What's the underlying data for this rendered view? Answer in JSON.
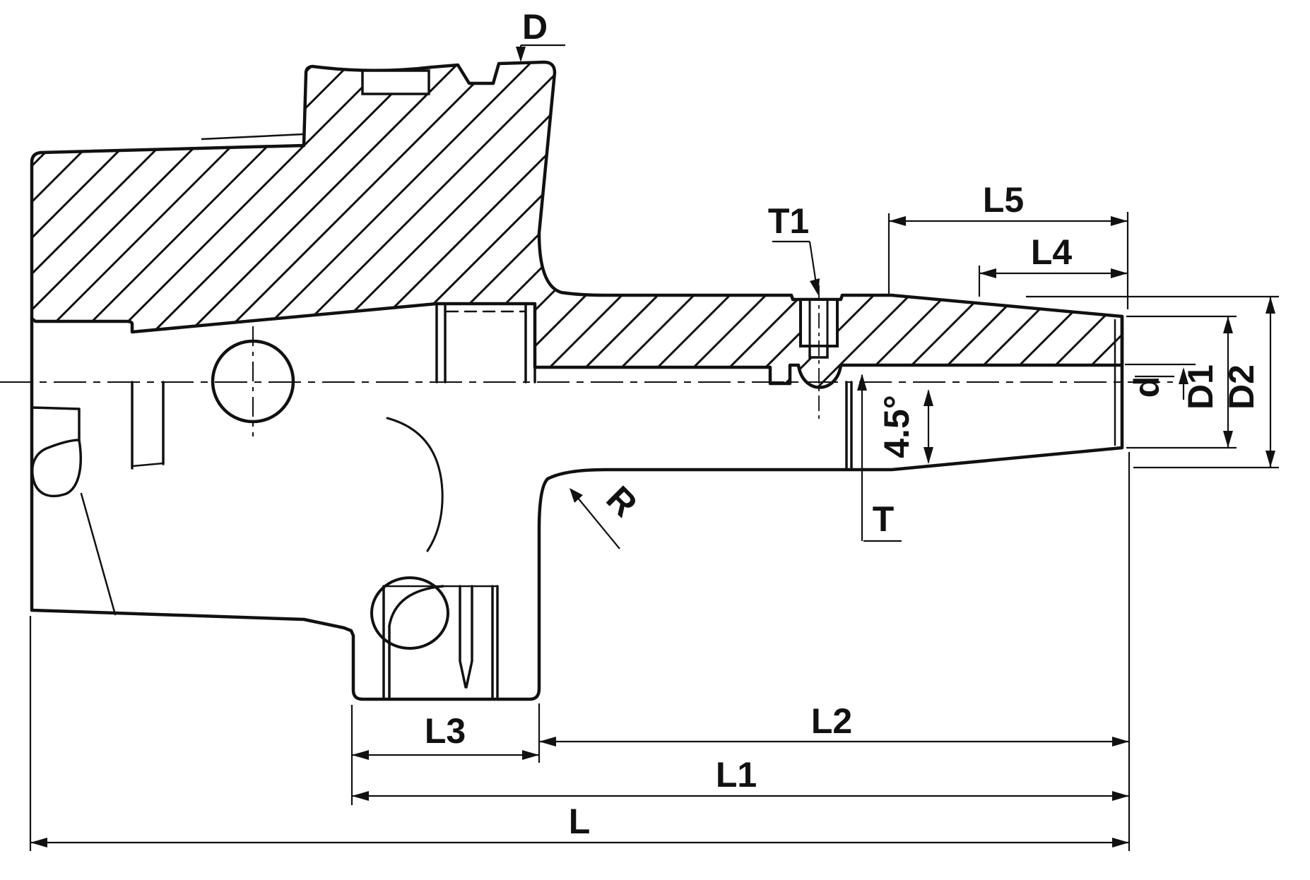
{
  "drawing": {
    "title": "shrink-fit tool holder cross-section drawing",
    "colors": {
      "line": "#111111",
      "background": "#ffffff"
    },
    "labels": {
      "D": "D",
      "T1": "T1",
      "L5": "L5",
      "L4": "L4",
      "d": "d",
      "D1": "D1",
      "D2": "D2",
      "angle": "4.5°",
      "T": "T",
      "R": "R",
      "L3": "L3",
      "L2": "L2",
      "L1": "L1",
      "L": "L"
    }
  }
}
